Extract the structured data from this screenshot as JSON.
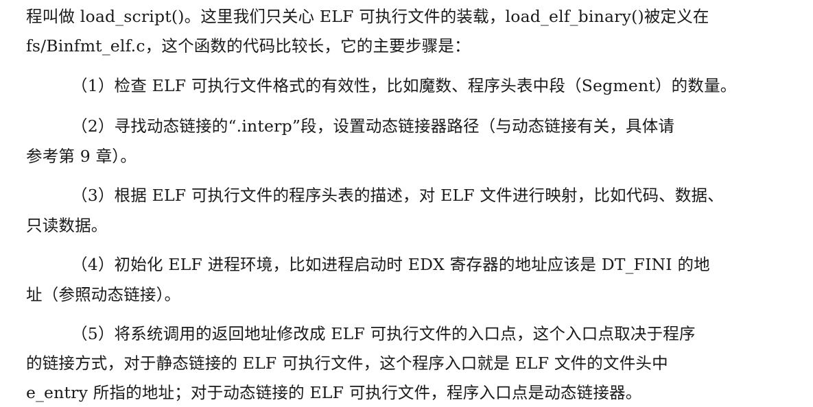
{
  "document": {
    "lines": [
      "程叫做 load_script()。这里我们只关心 ELF 可执行文件的装载，load_elf_binary()被定义在",
      "fs/Binfmt_elf.c，这个函数的代码比较长，它的主要步骤是：",
      "（1）检查 ELF 可执行文件格式的有效性，比如魔数、程序头表中段（Segment）的数量。",
      "（2）寻找动态链接的“.interp”段，设置动态链接器路径（与动态链接有关，具体请",
      "参考第 9 章）。",
      "（3）根据 ELF 可执行文件的程序头表的描述，对 ELF 文件进行映射，比如代码、数据、",
      "只读数据。",
      "（4）初始化 ELF 进程环境，比如进程启动时 EDX 寄存器的地址应该是 DT_FINI 的地",
      "址（参照动态链接）。",
      "（5）将系统调用的返回地址修改成 ELF 可执行文件的入口点，这个入口点取决于程序",
      "的链接方式，对于静态链接的 ELF 可执行文件，这个程序入口就是 ELF 文件的文件头中",
      "e_entry 所指的地址；对于动态链接的 ELF 可执行文件，程序入口点是动态链接器。"
    ]
  }
}
